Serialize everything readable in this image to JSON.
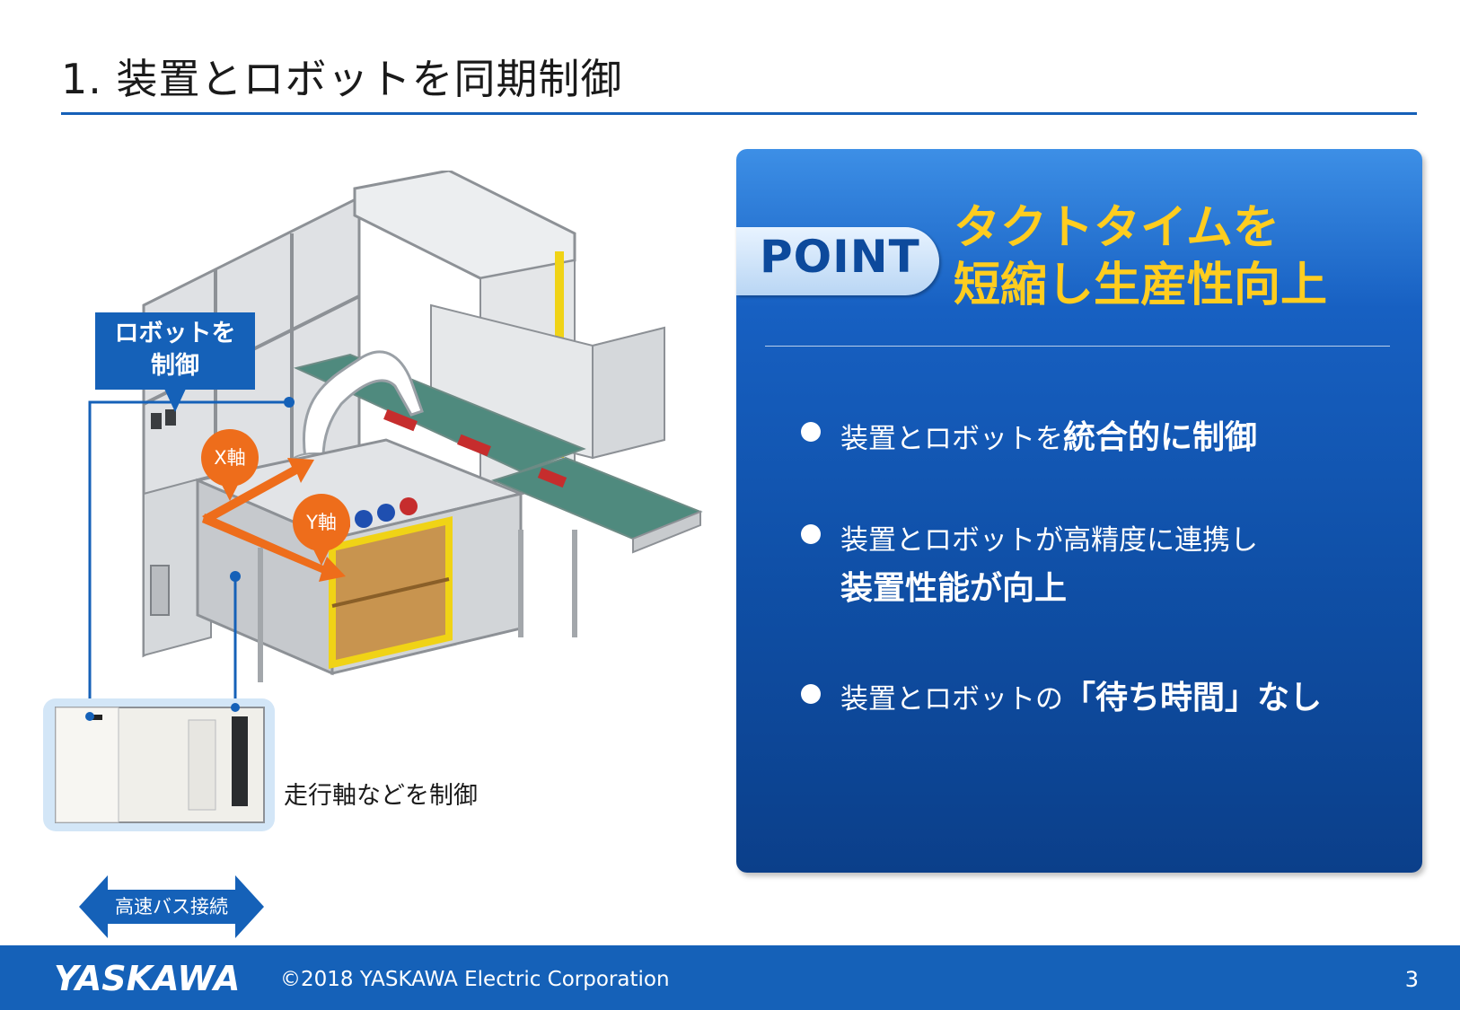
{
  "slide": {
    "title": "1. 装置とロボットを同期制御",
    "page_number": "3"
  },
  "illustration": {
    "callout": "ロボットを\n制御",
    "x_axis_pin": "X軸",
    "y_axis_pin": "Y軸",
    "axis_caption": "走行軸などを制御",
    "bus_label": "高速バス接続"
  },
  "point": {
    "badge": "POINT",
    "headline_line1": "タクトタイムを",
    "headline_line2": "短縮し生産性向上",
    "bullets": [
      {
        "normal": "装置とロボットを",
        "strong": "統合的に制御"
      },
      {
        "normal": "装置とロボットが高精度に連携し",
        "strong": "装置性能が向上"
      },
      {
        "normal": "装置とロボットの",
        "strong": "「待ち時間」なし"
      }
    ]
  },
  "footer": {
    "brand": "YASKAWA",
    "copyright": "©2018 YASKAWA Electric Corporation"
  },
  "colors": {
    "accent_blue": "#1561b8",
    "headline_yellow": "#ffcd1f",
    "axis_orange": "#ee6d1b"
  }
}
